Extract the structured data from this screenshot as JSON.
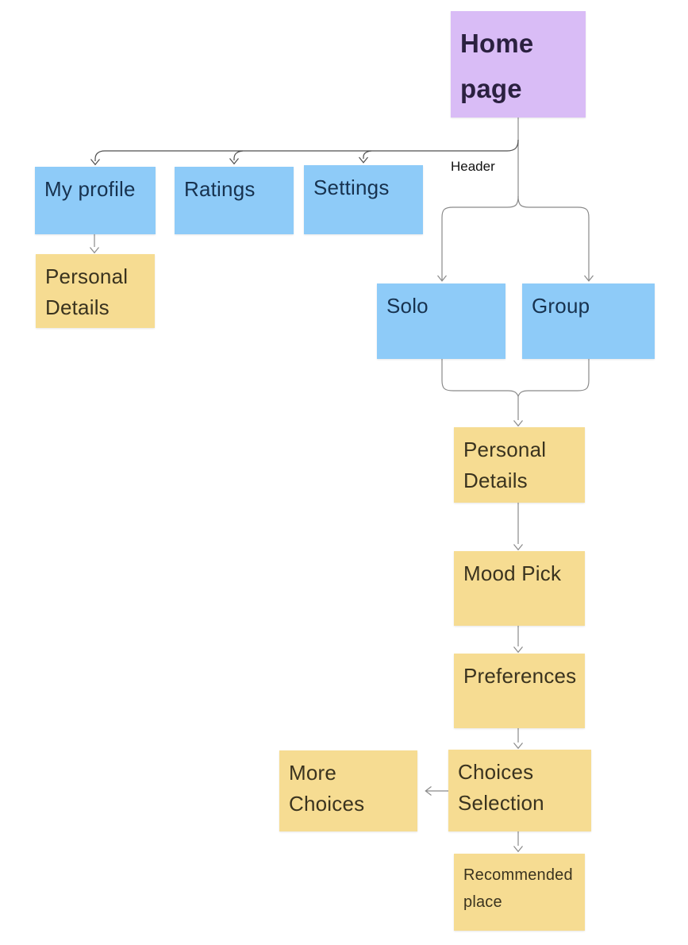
{
  "canvas": {
    "background": "#ffffff",
    "colors": {
      "node_purple_fill": "#d9bcf6",
      "node_purple_text": "#2b2140",
      "node_blue_fill": "#8ecbf8",
      "node_blue_text": "#17324f",
      "node_yellow_fill": "#f6dc92",
      "node_yellow_text": "#3a331f",
      "connector_gray": "#8a8a8a",
      "connector_header": "#4f4f4f",
      "label_text": "#111111"
    },
    "nodes": [
      {
        "id": "home-page",
        "label": "Home page",
        "type": "purple"
      },
      {
        "id": "my-profile",
        "label": "My profile",
        "type": "blue"
      },
      {
        "id": "ratings",
        "label": "Ratings",
        "type": "blue"
      },
      {
        "id": "settings",
        "label": "Settings",
        "type": "blue"
      },
      {
        "id": "personal-details-profile",
        "label": "Personal Details",
        "type": "yellow"
      },
      {
        "id": "solo",
        "label": "Solo",
        "type": "blue"
      },
      {
        "id": "group",
        "label": "Group",
        "type": "blue"
      },
      {
        "id": "personal-details-flow",
        "label": "Personal Details",
        "type": "yellow"
      },
      {
        "id": "mood-pick",
        "label": "Mood Pick",
        "type": "yellow"
      },
      {
        "id": "preferences",
        "label": "Preferences",
        "type": "yellow"
      },
      {
        "id": "more-choices",
        "label": "More Choices",
        "type": "yellow"
      },
      {
        "id": "choices-selection",
        "label": "Choices Selection",
        "type": "yellow"
      },
      {
        "id": "recommended-place",
        "label": "Recommended place",
        "type": "yellow"
      }
    ],
    "annotations": [
      {
        "id": "header-label",
        "text": "Header"
      }
    ],
    "edges": [
      {
        "from": "home-page",
        "to": "my-profile",
        "group": "header"
      },
      {
        "from": "home-page",
        "to": "ratings",
        "group": "header"
      },
      {
        "from": "home-page",
        "to": "settings",
        "group": "header"
      },
      {
        "from": "my-profile",
        "to": "personal-details-profile",
        "group": "flow"
      },
      {
        "from": "home-page",
        "to": "solo",
        "group": "flow"
      },
      {
        "from": "home-page",
        "to": "group",
        "group": "flow"
      },
      {
        "from": "solo",
        "to": "personal-details-flow",
        "group": "flow"
      },
      {
        "from": "group",
        "to": "personal-details-flow",
        "group": "flow"
      },
      {
        "from": "personal-details-flow",
        "to": "mood-pick",
        "group": "flow"
      },
      {
        "from": "mood-pick",
        "to": "preferences",
        "group": "flow"
      },
      {
        "from": "preferences",
        "to": "choices-selection",
        "group": "flow"
      },
      {
        "from": "choices-selection",
        "to": "more-choices",
        "group": "flow"
      },
      {
        "from": "choices-selection",
        "to": "recommended-place",
        "group": "flow"
      }
    ]
  }
}
